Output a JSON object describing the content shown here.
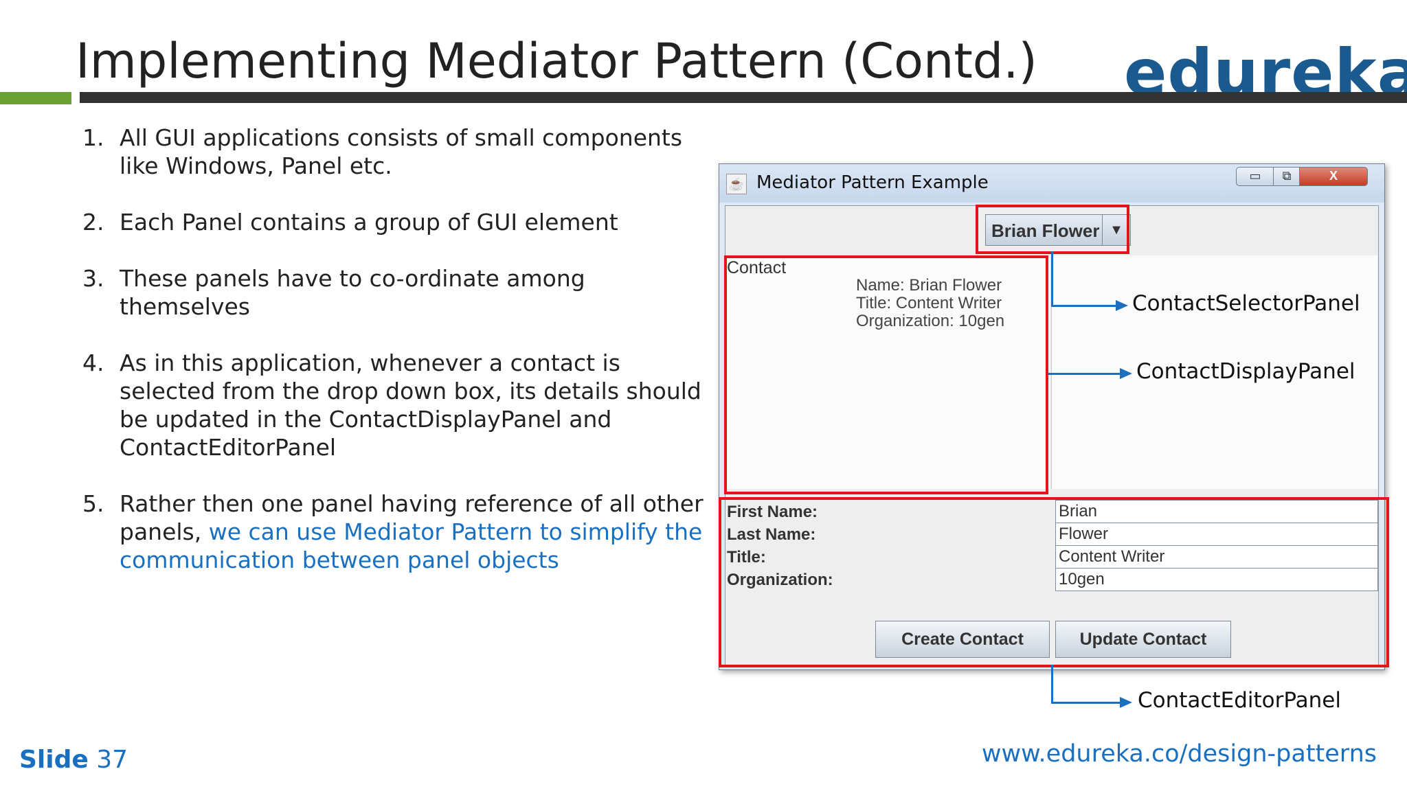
{
  "slide": {
    "title": "Implementing Mediator Pattern (Contd.)",
    "logo": "edureka!",
    "points": [
      {
        "num": "1.",
        "text": "All GUI applications consists of small components like Windows, Panel etc.",
        "highlight": ""
      },
      {
        "num": "2.",
        "text": "Each Panel contains a group of GUI element",
        "highlight": ""
      },
      {
        "num": "3.",
        "text": "These panels have to co-ordinate among themselves",
        "highlight": ""
      },
      {
        "num": "4.",
        "text": "As in this application, whenever a contact is selected from the drop down box, its details should be updated in the ContactDisplayPanel and ContactEditorPanel",
        "highlight": ""
      },
      {
        "num": "5.",
        "text": "Rather then one panel having reference of all other panels, ",
        "highlight": "we can use Mediator Pattern to simplify the communication between panel objects"
      }
    ],
    "slide_label": "Slide",
    "slide_number": "37",
    "url": "www.edureka.co/design-patterns"
  },
  "window": {
    "title": "Mediator Pattern Example",
    "controls": {
      "minimize": "▭",
      "maximize": "⧉",
      "close": "X"
    },
    "selector": {
      "selected": "Brian Flower"
    },
    "display": {
      "heading": "Contact",
      "name": "Name: Brian Flower",
      "title": "Title: Content Writer",
      "organization": "Organization: 10gen"
    },
    "editor": {
      "first_name_label": "First Name:",
      "first_name": "Brian",
      "last_name_label": "Last Name:",
      "last_name": "Flower",
      "title_label": "Title:",
      "title": "Content Writer",
      "org_label": "Organization:",
      "organization": "10gen",
      "create_button": "Create Contact",
      "update_button": "Update Contact"
    }
  },
  "callouts": {
    "selector": "ContactSelectorPanel",
    "display": "ContactDisplayPanel",
    "editor": "ContactEditorPanel"
  },
  "colors": {
    "accent_blue": "#1a70c0",
    "highlight_red": "#e0161c",
    "logo_blue": "#1b5a8e",
    "rule_green": "#6aa132"
  }
}
